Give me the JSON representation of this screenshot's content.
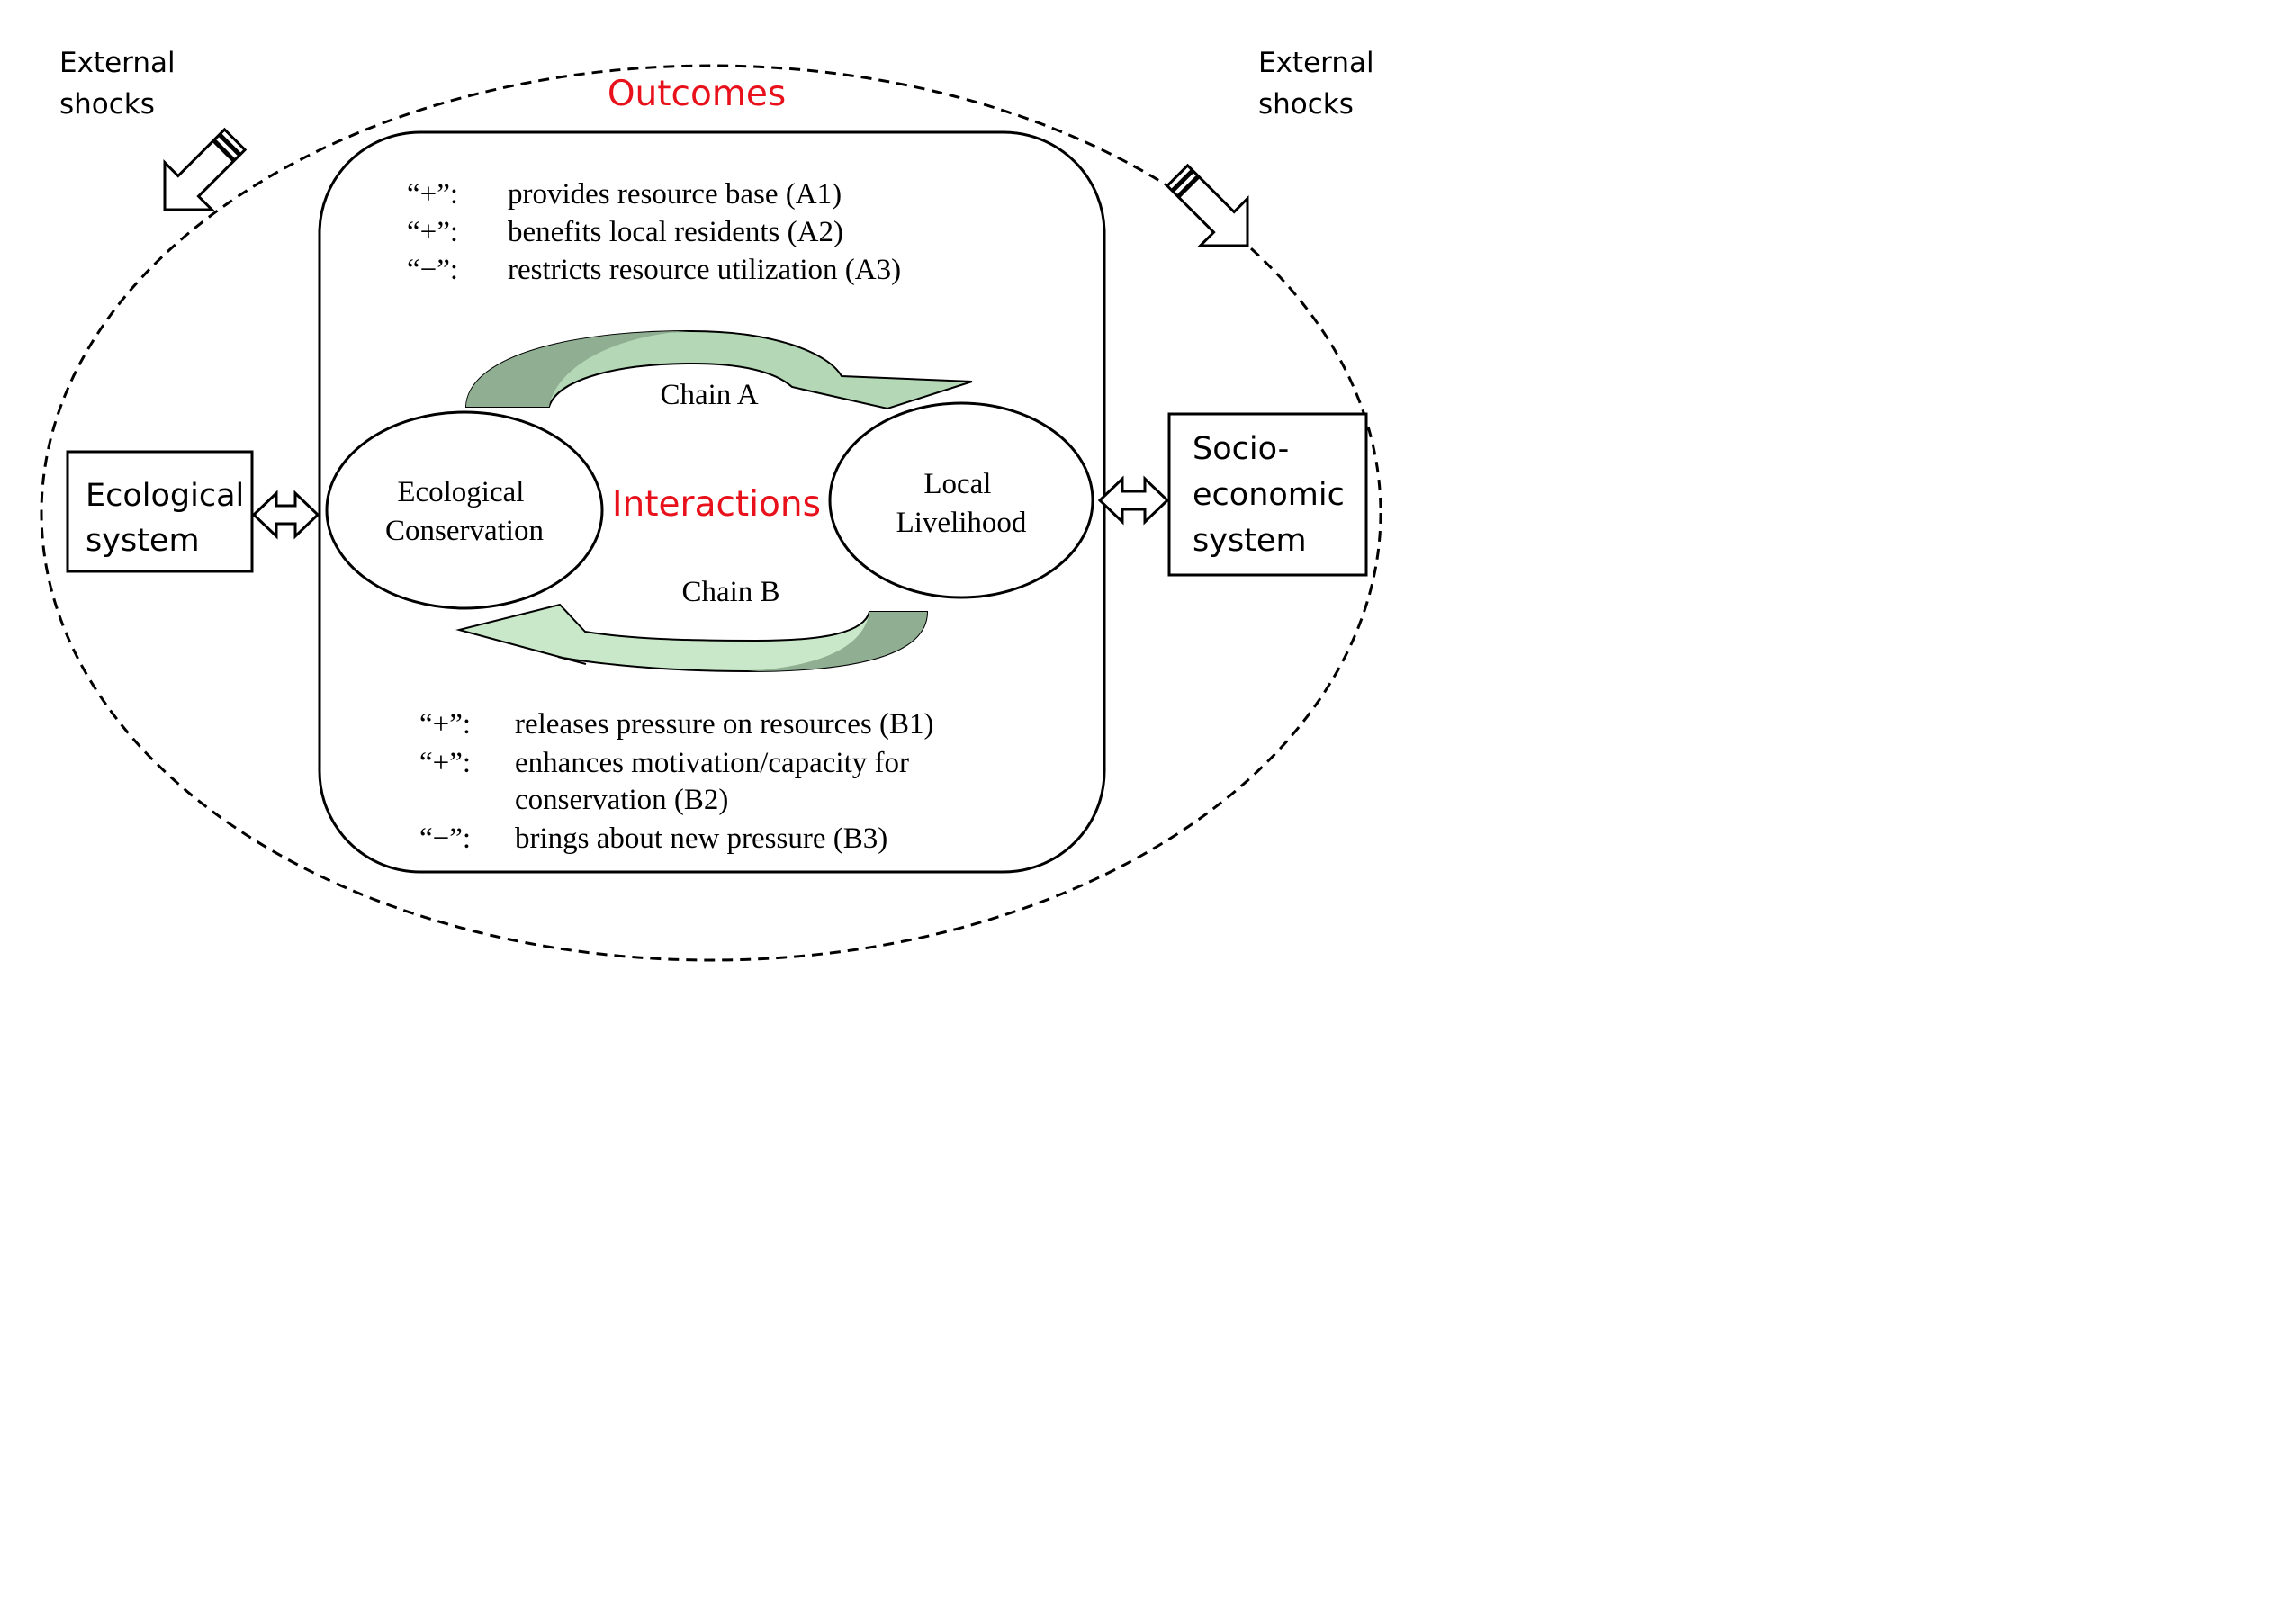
{
  "colors": {
    "line": "#000000",
    "highlight_text": "#e8101a",
    "arrow_dark": "#8fae92",
    "arrow_light": "#c9e8c9"
  },
  "external_shocks": {
    "left": [
      "External",
      "shocks"
    ],
    "right": [
      "External",
      "shocks"
    ]
  },
  "outcomes_label": "Outcomes",
  "interactions_label": "Interactions",
  "ecological_system": [
    "Ecological",
    "system"
  ],
  "socioeconomic_system": [
    "Socio-",
    "economic",
    "system"
  ],
  "nodes": {
    "conservation": [
      "Ecological",
      "Conservation"
    ],
    "livelihood": [
      "Local",
      "Livelihood"
    ]
  },
  "chains": {
    "a_label": "Chain A",
    "b_label": "Chain B"
  },
  "chain_a_effects": [
    {
      "sign": "“+”:",
      "text": "provides resource base (A1)"
    },
    {
      "sign": "“+”:",
      "text": "benefits local residents (A2)"
    },
    {
      "sign": "“−”:",
      "text": "restricts resource utilization (A3)"
    }
  ],
  "chain_b_effects": [
    {
      "sign": "“+”:",
      "text": "releases pressure on resources (B1)"
    },
    {
      "sign": "“+”:",
      "text": "enhances motivation/capacity for",
      "continued": "conservation (B2)"
    },
    {
      "sign": "“−”:",
      "text": "brings about new pressure (B3)"
    }
  ],
  "icons": [
    "shock-arrow-icon",
    "double-arrow-icon",
    "cycle-arrow-icon"
  ]
}
